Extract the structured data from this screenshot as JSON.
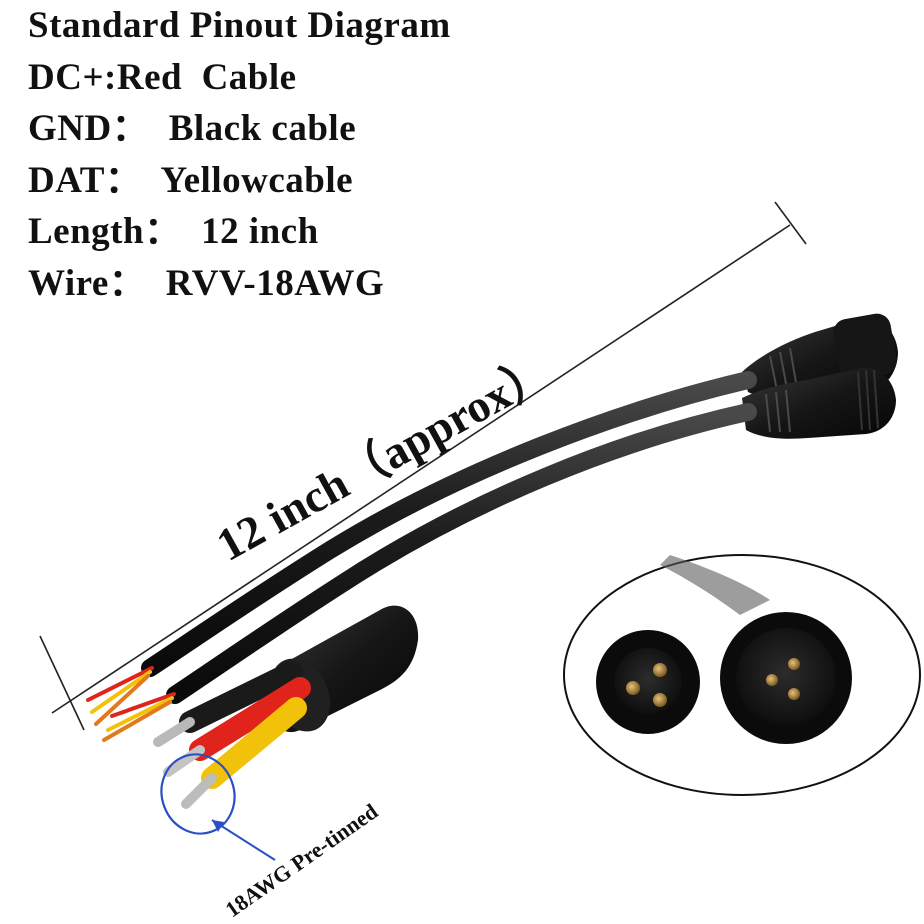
{
  "specs": [
    {
      "text": "Standard Pinout Diagram"
    },
    {
      "text": "DC+:Red  Cable"
    },
    {
      "text": "GND：  Black cable"
    },
    {
      "text": "DAT：  Yellowcable"
    },
    {
      "text": "Length：  12 inch"
    },
    {
      "text": "Wire：  RVV-18AWG"
    }
  ],
  "dimension": {
    "label": "12 inch（approx）"
  },
  "callout": {
    "label": "18AWG Pre-tinned"
  },
  "colors": {
    "text": "#111111",
    "cable": "#1c1c1c",
    "red_wire": "#e0241b",
    "yellow_wire": "#f2c20a",
    "callout": "#2a4fc4"
  }
}
